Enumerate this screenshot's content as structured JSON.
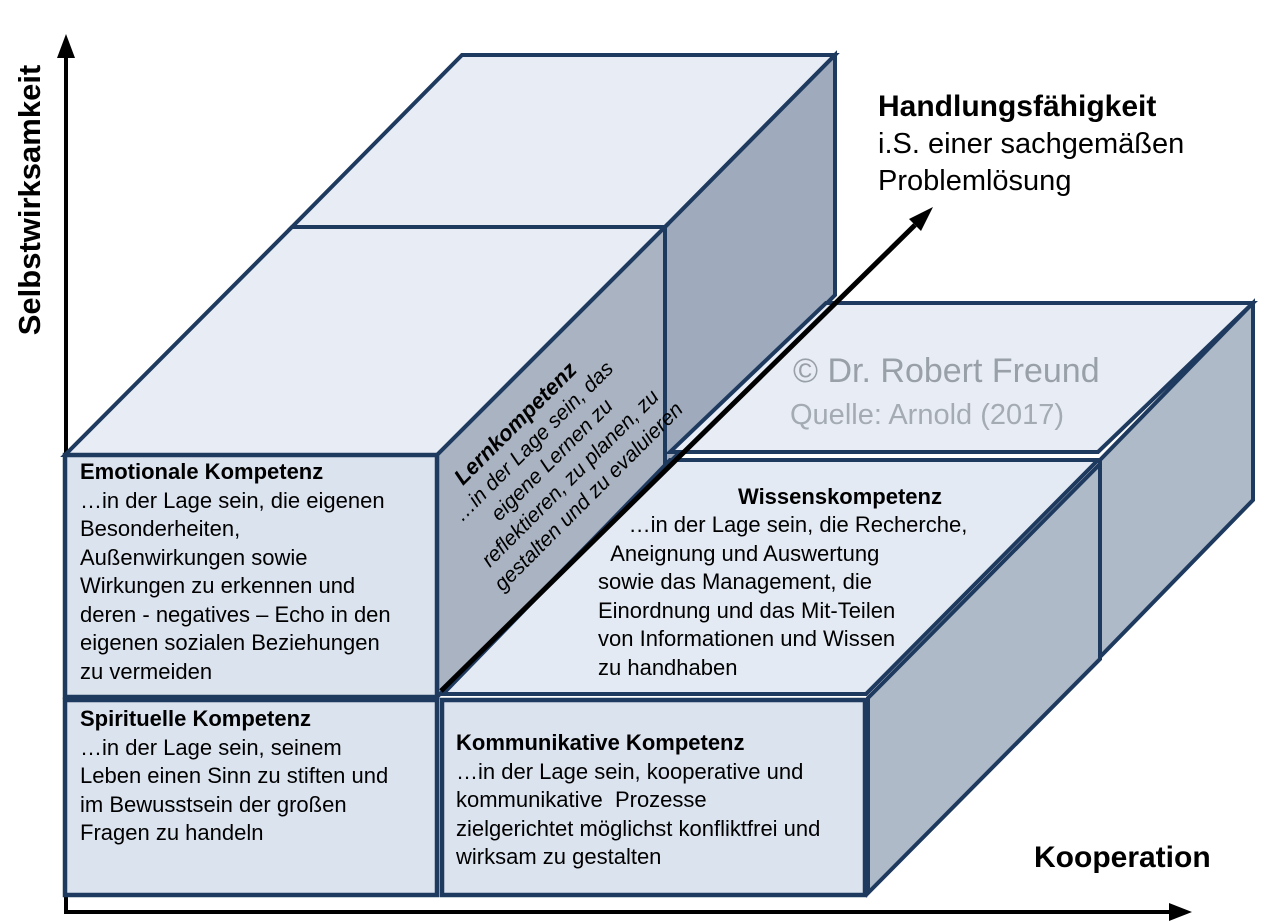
{
  "colors": {
    "navy": "#1f3a5f",
    "face-front": "#dbe3ef",
    "face-top": "#e8edf5",
    "face-wissens": "#e3eaf3",
    "gray-band": "#a9b3c1",
    "gray-side": "#9fabbc",
    "gray-side-right": "#aebac7",
    "axis-black": "#000000",
    "watermark-1": "#99a0a8",
    "watermark-2": "#a4abb2"
  },
  "axes": {
    "y_label": "Selbstwirksamkeit",
    "x_label": "Kooperation",
    "z_title": "Handlungsfähigkeit",
    "z_sub": [
      "i.S. einer sachgemäßen",
      "Problemlösung"
    ]
  },
  "watermark": {
    "line1": "© Dr. Robert Freund",
    "line2": "Quelle: Arnold (2017)"
  },
  "boxes": {
    "emotionale": {
      "title": "Emotionale Kompetenz",
      "body": [
        "…in der Lage sein, die eigenen",
        "Besonderheiten,",
        "Außenwirkungen sowie",
        "Wirkungen zu erkennen und",
        "deren - negatives – Echo in den",
        "eigenen sozialen Beziehungen",
        "zu vermeiden"
      ]
    },
    "spirituelle": {
      "title": "Spirituelle Kompetenz",
      "body": [
        "…in der Lage sein, seinem",
        "Leben einen Sinn zu stiften und",
        "im Bewusstsein der großen",
        "Fragen zu handeln"
      ]
    },
    "kommunikative": {
      "title": "Kommunikative Kompetenz",
      "body": [
        "…in der Lage sein, kooperative und",
        "kommunikative  Prozesse",
        "zielgerichtet möglichst konfliktfrei und",
        "wirksam zu gestalten"
      ]
    },
    "wissens": {
      "title": "Wissenskompetenz",
      "body": [
        "     …in der Lage sein, die Recherche,",
        "  Aneignung und Auswertung",
        "sowie das Management, die",
        "Einordnung und das Mit-Teilen",
        "von Informationen und Wissen",
        "zu handhaben"
      ]
    },
    "lern": {
      "title": "Lernkompetenz",
      "body": [
        "…in der Lage sein, das",
        "eigene Lernen zu",
        "reflektieren, zu planen, zu",
        "gestalten und zu evaluieren"
      ]
    }
  }
}
